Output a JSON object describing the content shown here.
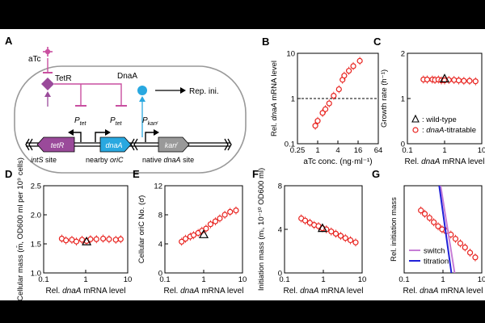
{
  "panels": {
    "a": {
      "letter": "A",
      "atc": "aTc",
      "tetr_protein": "TetR",
      "dnaa_protein": "DnaA",
      "rep_ini": "Rep. ini.",
      "ptet_sub": "tet",
      "pkan_sub": "kanʳ",
      "tetr_gene": "tetR",
      "dnaa_gene": "dnaA",
      "kan_sup": "r",
      "ints_site_italic": "intS",
      "ints_site_rest": " site",
      "oric_nearby": "nearby ",
      "oric_italic": "oriC",
      "native_pre": "native ",
      "native_italic": "dnaA",
      "native_post": " site"
    }
  },
  "colors": {
    "data": "#e8201c",
    "switch": "#c77dd6",
    "titration": "#2020d8",
    "wildtype": "#000000"
  },
  "chart_data": [
    {
      "panel": "B",
      "type": "scatter",
      "xlabel": "aTc conc. (ng·ml⁻¹)",
      "ylabel": [
        "Rel. ",
        "dnaA",
        " mRNA level"
      ],
      "xscale": "log2",
      "yscale": "log",
      "xlim": [
        0.25,
        64
      ],
      "ylim": [
        0.1,
        10
      ],
      "xticks": [
        "0.25",
        "1",
        "4",
        "16",
        "64"
      ],
      "yticks": [
        "0.1",
        "1",
        "10"
      ],
      "reference_line": {
        "y": 1,
        "style": "dashed"
      },
      "series": [
        {
          "x": [
            0.85,
            1.0,
            1.4,
            1.7,
            2.2,
            3.0,
            4.3,
            5.5,
            6.2,
            8.5,
            11.5,
            18.0
          ],
          "y": [
            0.25,
            0.32,
            0.48,
            0.58,
            0.78,
            1.15,
            1.6,
            2.6,
            3.2,
            4.1,
            5.2,
            6.8
          ]
        }
      ]
    },
    {
      "panel": "C",
      "type": "scatter",
      "xlabel": [
        "Rel. ",
        "dnaA",
        " mRNA level"
      ],
      "ylabel": "Growth rate (h⁻¹)",
      "xscale": "log",
      "xlim": [
        0.1,
        10
      ],
      "ylim": [
        0,
        2
      ],
      "xticks": [
        "0.1",
        "1",
        "10"
      ],
      "yticks": [
        "0",
        "1",
        "2"
      ],
      "legend": {
        "position": "bottom-right",
        "entries": [
          "wild-type",
          "dnaA-titratable"
        ]
      },
      "series": [
        {
          "name": "dnaA-titratable",
          "x": [
            0.27,
            0.34,
            0.47,
            0.55,
            0.68,
            0.82,
            1.0,
            1.3,
            1.8,
            2.4,
            3.3,
            4.7,
            6.8
          ],
          "y": [
            1.42,
            1.42,
            1.42,
            1.41,
            1.42,
            1.4,
            1.4,
            1.41,
            1.41,
            1.4,
            1.39,
            1.39,
            1.38
          ]
        },
        {
          "name": "wild-type",
          "x": [
            1.0
          ],
          "y": [
            1.44
          ]
        }
      ]
    },
    {
      "panel": "D",
      "type": "scatter",
      "xlabel": [
        "Rel. ",
        "dnaA",
        " mRNA level"
      ],
      "ylabel": "Cellular mass (m̄, OD600 ml per 10⁹ cells)",
      "xscale": "log",
      "xlim": [
        0.1,
        10
      ],
      "ylim": [
        1.0,
        2.5
      ],
      "xticks": [
        "0.1",
        "1",
        "10"
      ],
      "yticks": [
        "1.0",
        "1.5",
        "2.0",
        "2.5"
      ],
      "series": [
        {
          "x": [
            0.27,
            0.34,
            0.47,
            0.6,
            0.82,
            1.05,
            1.3,
            1.8,
            2.6,
            3.6,
            5.2,
            6.8
          ],
          "y": [
            1.59,
            1.56,
            1.57,
            1.54,
            1.57,
            1.55,
            1.58,
            1.58,
            1.59,
            1.58,
            1.57,
            1.58
          ]
        },
        {
          "name": "wild-type",
          "x": [
            1.05
          ],
          "y": [
            1.54
          ]
        }
      ]
    },
    {
      "panel": "E",
      "type": "scatter",
      "xlabel": [
        "Rel. ",
        "dnaA",
        " mRNA level"
      ],
      "ylabel": "Cellular oriC No. (σ̄)",
      "xscale": "log",
      "xlim": [
        0.1,
        10
      ],
      "ylim": [
        0,
        12
      ],
      "xticks": [
        "0.1",
        "1",
        "10"
      ],
      "yticks": [
        "0",
        "4",
        "8",
        "12"
      ],
      "series": [
        {
          "x": [
            0.27,
            0.34,
            0.45,
            0.55,
            0.72,
            0.9,
            1.15,
            1.5,
            2.0,
            2.6,
            3.5,
            4.8,
            6.8
          ],
          "y": [
            4.3,
            4.7,
            5.0,
            5.2,
            5.5,
            5.8,
            6.1,
            6.7,
            7.1,
            7.5,
            8.0,
            8.4,
            8.6
          ]
        },
        {
          "name": "wild-type",
          "x": [
            1.0
          ],
          "y": [
            5.3
          ]
        }
      ]
    },
    {
      "panel": "F",
      "type": "scatter",
      "xlabel": [
        "Rel. ",
        "dnaA",
        " mRNA level"
      ],
      "ylabel": "Initiation mass (mᵢ, 10⁻¹⁰ OD600 ml)",
      "xscale": "log",
      "xlim": [
        0.1,
        10
      ],
      "ylim": [
        0,
        8
      ],
      "xticks": [
        "0.1",
        "1",
        "10"
      ],
      "yticks": [
        "0",
        "4",
        "8"
      ],
      "series": [
        {
          "x": [
            0.27,
            0.34,
            0.45,
            0.58,
            0.75,
            0.95,
            1.2,
            1.6,
            2.1,
            2.8,
            3.7,
            5.0,
            6.8
          ],
          "y": [
            5.0,
            4.8,
            4.6,
            4.4,
            4.3,
            4.1,
            4.0,
            3.8,
            3.6,
            3.4,
            3.2,
            3.0,
            2.8
          ]
        },
        {
          "name": "wild-type",
          "x": [
            0.95
          ],
          "y": [
            4.1
          ]
        }
      ]
    },
    {
      "panel": "G",
      "type": "line",
      "xlabel": [
        "Rel. ",
        "dnaA",
        " mRNA level"
      ],
      "ylabel": "Rel. initiation mass",
      "xscale": "log",
      "yscale": "log",
      "xlim": [
        0.1,
        10
      ],
      "ylim": [
        0.5,
        2.0
      ],
      "xticks": [
        "0.1",
        "1",
        "10"
      ],
      "yticks": [],
      "legend": {
        "position": "bottom-left",
        "entries": [
          "switch",
          "titration"
        ]
      },
      "series": [
        {
          "name": "data",
          "x": [
            0.27,
            0.34,
            0.45,
            0.58,
            0.75,
            0.95,
            1.2,
            1.6,
            2.1,
            2.8,
            3.7,
            5.0,
            6.8
          ],
          "y": [
            1.35,
            1.28,
            1.2,
            1.12,
            1.05,
            1.0,
            0.97,
            0.92,
            0.86,
            0.8,
            0.75,
            0.69,
            0.64
          ]
        },
        {
          "name": "switch",
          "x": [
            0.87,
            2.0
          ],
          "y": [
            2.0,
            0.5
          ]
        },
        {
          "name": "titration",
          "x": [
            0.8,
            1.65
          ],
          "y": [
            2.0,
            0.5
          ]
        }
      ]
    }
  ]
}
